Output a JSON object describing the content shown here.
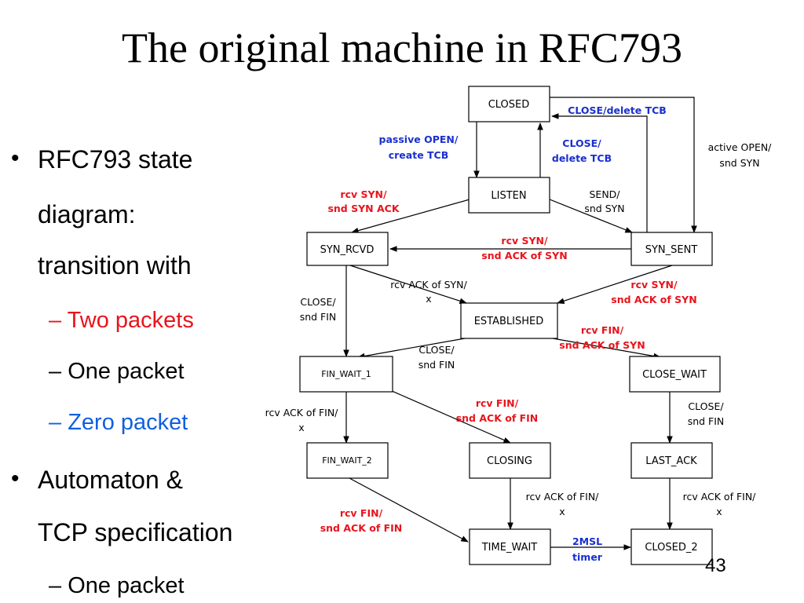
{
  "title": "The original machine in RFC793",
  "bullets": [
    {
      "lines": [
        "RFC793 state",
        "diagram:",
        "transition with"
      ],
      "sub": [
        {
          "text": "Two packets",
          "color": "#e8141c"
        },
        {
          "text": "One packet",
          "color": "#000000"
        },
        {
          "text": "Zero packet",
          "color": "#1060e0"
        }
      ]
    },
    {
      "lines": [
        "Automaton &",
        "TCP specification"
      ],
      "sub": [
        {
          "text": "One packet",
          "color": "#000000"
        }
      ]
    }
  ],
  "page_number": "43",
  "diagram": {
    "states": {
      "closed": "CLOSED",
      "listen": "LISTEN",
      "syn_rcvd": "SYN_RCVD",
      "syn_sent": "SYN_SENT",
      "established": "ESTABLISHED",
      "fin_wait_1": "FIN_WAIT_1",
      "close_wait": "CLOSE_WAIT",
      "fin_wait_2": "FIN_WAIT_2",
      "closing": "CLOSING",
      "last_ack": "LAST_ACK",
      "time_wait": "TIME_WAIT",
      "closed_2": "CLOSED_2"
    },
    "labels": {
      "passive_open": [
        "passive OPEN/",
        "create TCB"
      ],
      "close_delete_top": "CLOSE/delete TCB",
      "close_delete": [
        "CLOSE/",
        "delete TCB"
      ],
      "active_open": [
        "active OPEN/",
        "snd SYN"
      ],
      "rcv_syn_snd_syn_ack": [
        "rcv SYN/",
        "snd SYN ACK"
      ],
      "send_snd_syn": [
        "SEND/",
        "snd SYN"
      ],
      "rcv_syn_snd_ack_mid": [
        "rcv SYN/",
        "snd ACK of SYN"
      ],
      "rcv_ack_of_syn": [
        "rcv ACK of SYN/",
        "x"
      ],
      "rcv_syn_snd_ack_right": [
        "rcv SYN/",
        "snd ACK of SYN"
      ],
      "close_snd_fin_left": [
        "CLOSE/",
        "snd FIN"
      ],
      "close_snd_fin_mid": [
        "CLOSE/",
        "snd FIN"
      ],
      "rcv_fin_snd_ack_of_syn": [
        "rcv FIN/",
        "snd ACK of SYN"
      ],
      "rcv_fin_snd_ack_fin_mid": [
        "rcv FIN/",
        "snd ACK of FIN"
      ],
      "rcv_ack_of_fin_left": [
        "rcv ACK of FIN/",
        "x"
      ],
      "close_snd_fin_right": [
        "CLOSE/",
        "snd FIN"
      ],
      "rcv_ack_of_fin_closing": [
        "rcv ACK of FIN/",
        "x"
      ],
      "rcv_ack_of_fin_lastack": [
        "rcv ACK of FIN/",
        "x"
      ],
      "rcv_fin_snd_ack_fin_bottom": [
        "rcv FIN/",
        "snd ACK of FIN"
      ],
      "two_msl": [
        "2MSL",
        "timer"
      ]
    }
  }
}
